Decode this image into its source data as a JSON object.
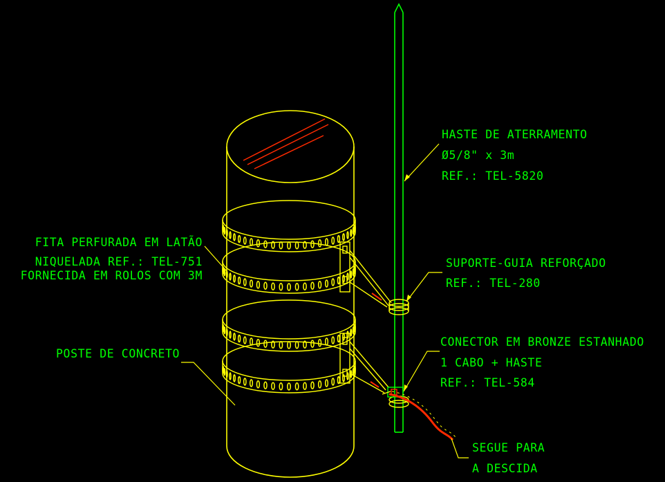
{
  "colors": {
    "background": "#000000",
    "pole": "#ffff00",
    "rod": "#00ff00",
    "text": "#00ff00",
    "cable": "#ff2a00",
    "marks": "#ff2a00"
  },
  "labels": {
    "haste": {
      "line1": "HASTE DE ATERRAMENTO",
      "line2": "Ø5/8\" x 3m",
      "line3": "REF.: TEL-5820"
    },
    "suporte": {
      "line1": "SUPORTE-GUIA REFORÇADO",
      "line2": "REF.: TEL-280"
    },
    "conector": {
      "line1": "CONECTOR EM BRONZE ESTANHADO",
      "line2": "1 CABO + HASTE",
      "line3": "REF.: TEL-584"
    },
    "segue": {
      "line1": "SEGUE PARA",
      "line2": "A DESCIDA"
    },
    "fita": {
      "line1": "FITA PERFURADA EM LATÃO",
      "line2": "NIQUELADA REF.: TEL-751",
      "line3": "FORNECIDA EM ROLOS COM 3M"
    },
    "poste": {
      "line1": "POSTE DE CONCRETO"
    }
  }
}
